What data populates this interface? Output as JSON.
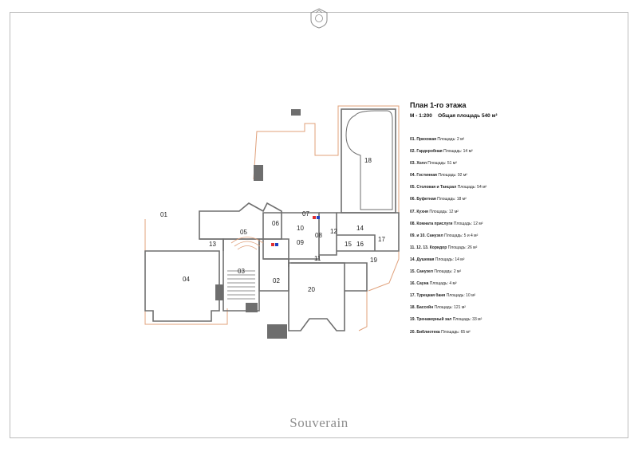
{
  "brand": "Souverain",
  "title": "План 1-го этажа",
  "scale": "М - 1:200",
  "total_area": "Общая площадь 540  м²",
  "rooms": [
    {
      "num": "01.",
      "name": "Прихожая",
      "area": "Площадь: 2 м²"
    },
    {
      "num": "02.",
      "name": "Гардеробная",
      "area": "Площадь: 14 м²"
    },
    {
      "num": "03.",
      "name": "Холл",
      "area": "Площадь: 51 м²"
    },
    {
      "num": "04.",
      "name": "Гостинная",
      "area": "Площадь: 92 м²"
    },
    {
      "num": "05.",
      "name": "Столовая и Танцзал",
      "area": "Площадь: 54 м²"
    },
    {
      "num": "06.",
      "name": "Буфетная",
      "area": "Площадь: 18 м²"
    },
    {
      "num": "07.",
      "name": "Кухня",
      "area": "Площадь: 12 м²"
    },
    {
      "num": "08.",
      "name": "Комната прислуги",
      "area": "Площадь: 12 м²"
    },
    {
      "num": "09.",
      "name": "и 10. Санузел",
      "area": "Площадь: 5  и  4 м²"
    },
    {
      "num": "11. 12. 13.",
      "name": "Коридор",
      "area": "Площадь: 26 м²"
    },
    {
      "num": "14.",
      "name": "Душевая",
      "area": "Площадь: 14 м²"
    },
    {
      "num": "15.",
      "name": "Санузел",
      "area": "Площадь: 2 м²"
    },
    {
      "num": "16.",
      "name": "Сауна",
      "area": "Площадь: 4 м²"
    },
    {
      "num": "17.",
      "name": "Турецкая баня",
      "area": "Площадь: 10 м²"
    },
    {
      "num": "18.",
      "name": "Бассейн",
      "area": "Площадь: 121 м²"
    },
    {
      "num": "19.",
      "name": "Тренажерный зал",
      "area": "Площадь: 33 м²"
    },
    {
      "num": "20.",
      "name": "Библиотека",
      "area": "Площадь: 65 м²"
    }
  ],
  "plan_labels": [
    "01",
    "02",
    "03",
    "04",
    "05",
    "06",
    "07",
    "08",
    "09",
    "10",
    "11",
    "12",
    "13",
    "14",
    "15",
    "16",
    "17",
    "18",
    "19",
    "20"
  ],
  "colors": {
    "wall": "#6e6e6e",
    "outline": "#e0a07a",
    "frame": "#bcbcbc",
    "brand": "#8e8e8e",
    "fixture_red": "#e03030",
    "fixture_blue": "#2040c0"
  }
}
